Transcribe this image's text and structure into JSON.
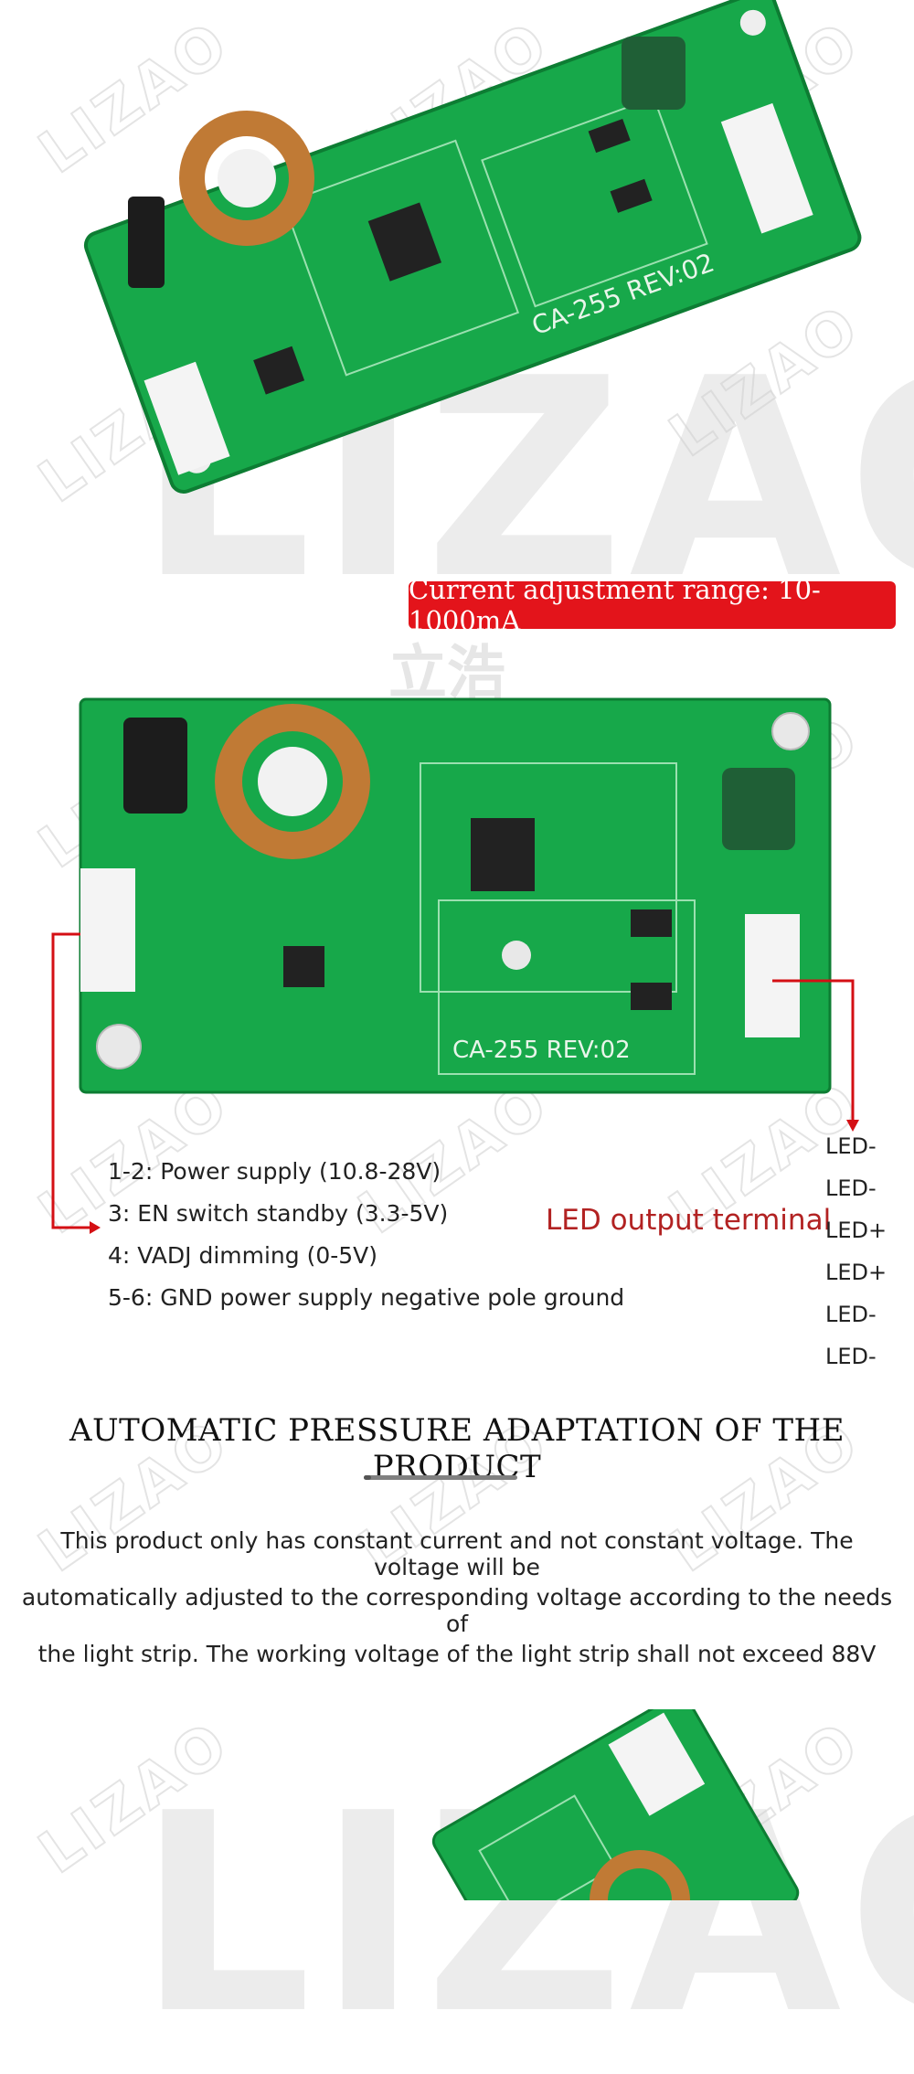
{
  "watermark": {
    "brand": "LIZAO",
    "cn_mark": "立浩"
  },
  "board_label": "CA-255 REV:02",
  "badge": {
    "text": "Current adjustment range: 10-1000mA"
  },
  "input_pins": [
    "1-2: Power supply (10.8-28V)",
    "3: EN switch standby (3.3-5V)",
    "4: VADJ dimming (0-5V)",
    "5-6: GND power supply negative pole ground"
  ],
  "output": {
    "title": "LED output terminal",
    "pins": [
      "LED-",
      "LED-",
      "LED+",
      "LED+",
      "LED-",
      "LED-"
    ]
  },
  "section": {
    "heading": "AUTOMATIC PRESSURE ADAPTATION OF THE PRODUCT",
    "paragraph_lines": [
      "This product only has constant current and not constant voltage. The voltage will be",
      "automatically adjusted to the corresponding voltage according to the needs of",
      "the light strip. The working voltage of the light strip shall not exceed 88V"
    ]
  },
  "colors": {
    "pcb": "#17a84a",
    "badge": "#e3141b",
    "arrow": "#d40f14",
    "output_title": "#b22222"
  }
}
